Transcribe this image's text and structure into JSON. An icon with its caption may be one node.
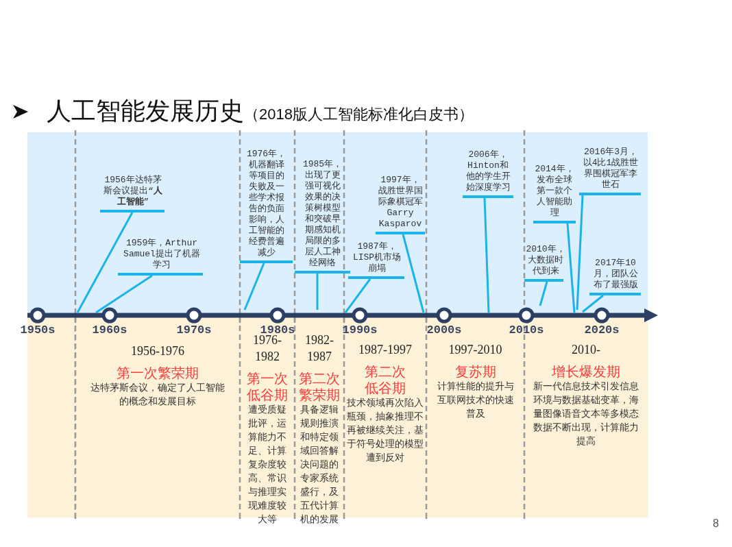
{
  "diagram": {
    "title": "人工智能发展历史",
    "nodes": [
      {
        "text": [
          "1956年达特茅斯会议提出“**人工智能**”"
        ]
      },
      {
        "text": [
          "1959年，Arthur Samuel提出了机器学习"
        ]
      },
      {
        "text": [
          "1976年，机器翻译等项目的失败及一些学术报告的负面影响，人工智能的经费普遍减少"
        ]
      },
      {
        "text": [
          "1985年，出现了更强可视化效果的决策树模型和突破早期感知机局限的多层人工神经网络"
        ]
      },
      {
        "text": [
          "1987年，LISP机市场崩塌"
        ]
      },
      {
        "text": [
          "1997年，战胜世界国际象棋冠军Garry Kasparov"
        ]
      },
      {
        "text": [
          "2006年，Hinton和他的学生开始深度学习"
        ]
      },
      {
        "text": [
          "2014年，发布全球第一款个人智能助理"
        ]
      },
      {
        "text": [
          "2010年，大数据时代到来"
        ]
      },
      {
        "text": [
          "2016年3月，以4比1战胜世界围棋冠军李世石"
        ]
      },
      {
        "text": [
          "2017年10月，团队公布了最强版"
        ]
      },
      {
        "text": [
          "1956-1976",
          "第一次繁荣期",
          "达特茅斯会议，确定了人工智能的概念和发展目标"
        ]
      },
      {
        "text": [
          "1976-1982",
          "第一次低谷期",
          "遭受质疑批评，运算能力不足、计算复杂度较高、常识与推理实现难度较大等"
        ]
      },
      {
        "text": [
          "1982-1987",
          "第二次繁荣期",
          "具备逻辑规则推演和特定领域回答解决问题的专家系统盛行，及五代计算机的发展"
        ]
      },
      {
        "text": [
          "1987-1997",
          "第二次低谷期",
          "技术领域再次陷入瓶颈，抽象推理不再被继续关注，基于符号处理的模型遭到反对"
        ]
      },
      {
        "text": [
          "1997-2010",
          "复苏期",
          "计算性能的提升与互联网技术的快速普及"
        ]
      },
      {
        "text": [
          "2010-",
          "增长爆发期",
          "新一代信息技术引发信息环境与数据基础变革，海量图像语音文本等多模态数据不断出现，计算能力提高"
        ]
      }
    ],
    "edges": [
      {
        "from": 0,
        "to": null,
        "arrow": "none"
      },
      {
        "from": 1,
        "to": null,
        "arrow": "none"
      },
      {
        "from": 2,
        "to": null,
        "arrow": "none"
      },
      {
        "from": 3,
        "to": null,
        "arrow": "none"
      },
      {
        "from": 4,
        "to": null,
        "arrow": "none"
      },
      {
        "from": 5,
        "to": null,
        "arrow": "none"
      },
      {
        "from": 6,
        "to": null,
        "arrow": "none"
      },
      {
        "from": 7,
        "to": null,
        "arrow": "none"
      },
      {
        "from": 8,
        "to": null,
        "arrow": "none"
      },
      {
        "from": 9,
        "to": null,
        "arrow": "none"
      },
      {
        "from": 10,
        "to": null,
        "arrow": "none"
      }
    ],
    "labels": [
      "（2018版人工智能标准化白皮书）",
      "1950s",
      "1960s",
      "1970s",
      "1980s",
      "1990s",
      "2000s",
      "2010s",
      "2020s",
      "8"
    ]
  }
}
